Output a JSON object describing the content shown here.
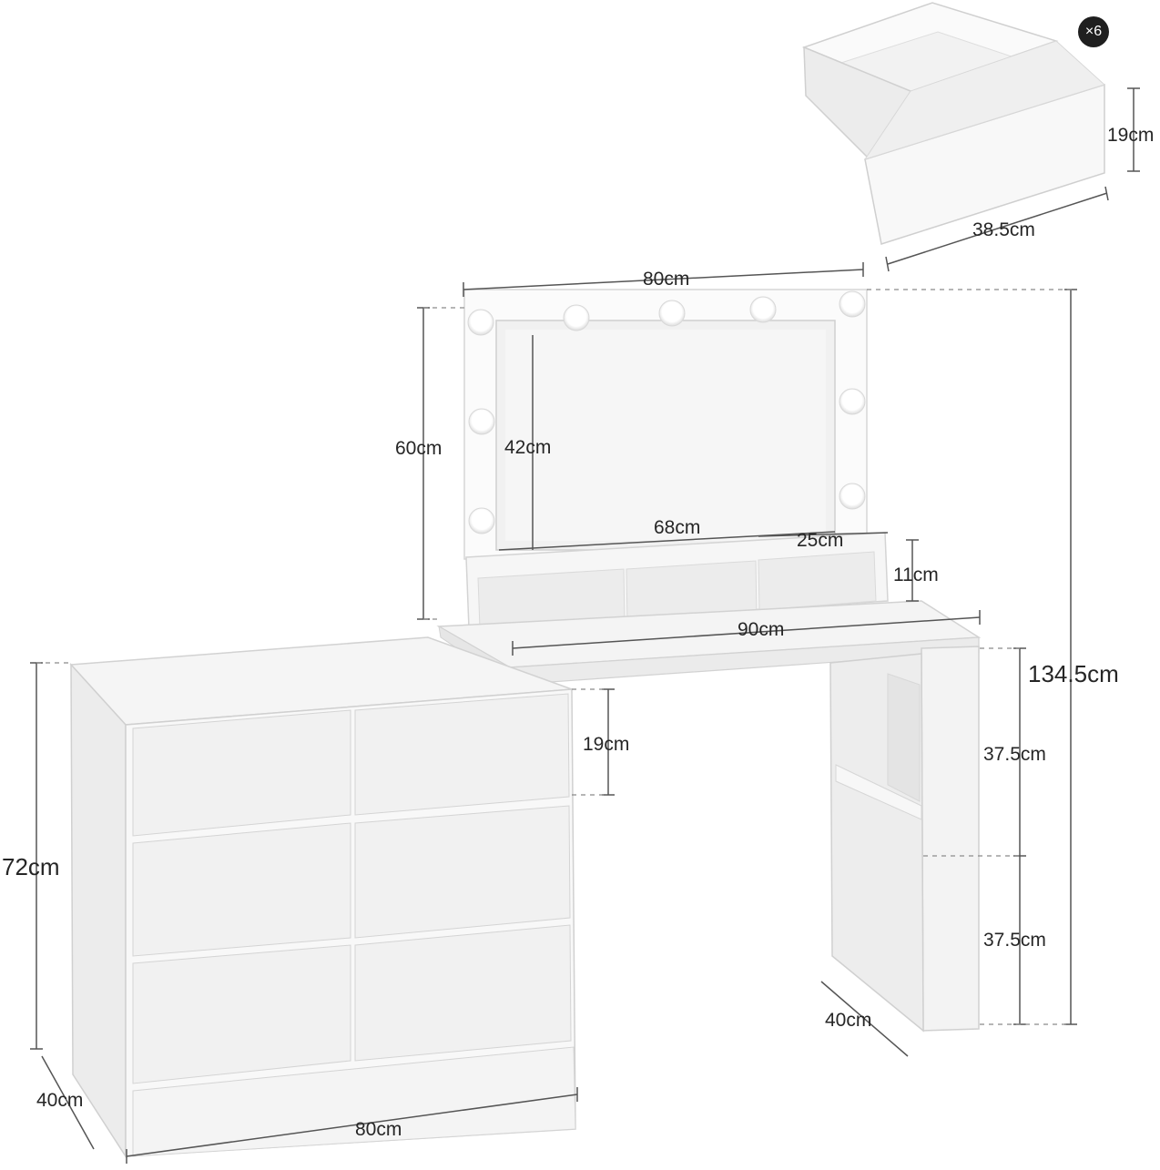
{
  "badge": "×6",
  "dimensions": {
    "drawer_height": "19cm",
    "drawer_width": "38.5cm",
    "mirror_width": "80cm",
    "mirror_height": "60cm",
    "mirror_glass_height": "42cm",
    "mirror_glass_width": "68cm",
    "shelf_width": "25cm",
    "shelf_height": "11cm",
    "desk_width": "90cm",
    "total_height": "134.5cm",
    "leg_upper": "37.5cm",
    "leg_lower": "37.5cm",
    "desk_depth": "40cm",
    "dresser_drawer_height": "19cm",
    "dresser_height": "72cm",
    "dresser_depth": "40cm",
    "dresser_width": "80cm"
  },
  "colors": {
    "panel": "#f7f7f7",
    "panel_shade": "#ececec",
    "panel_dark": "#e2e2e2",
    "edge": "#d4d4d4",
    "line": "#555555",
    "bulb": "#ffffff"
  }
}
